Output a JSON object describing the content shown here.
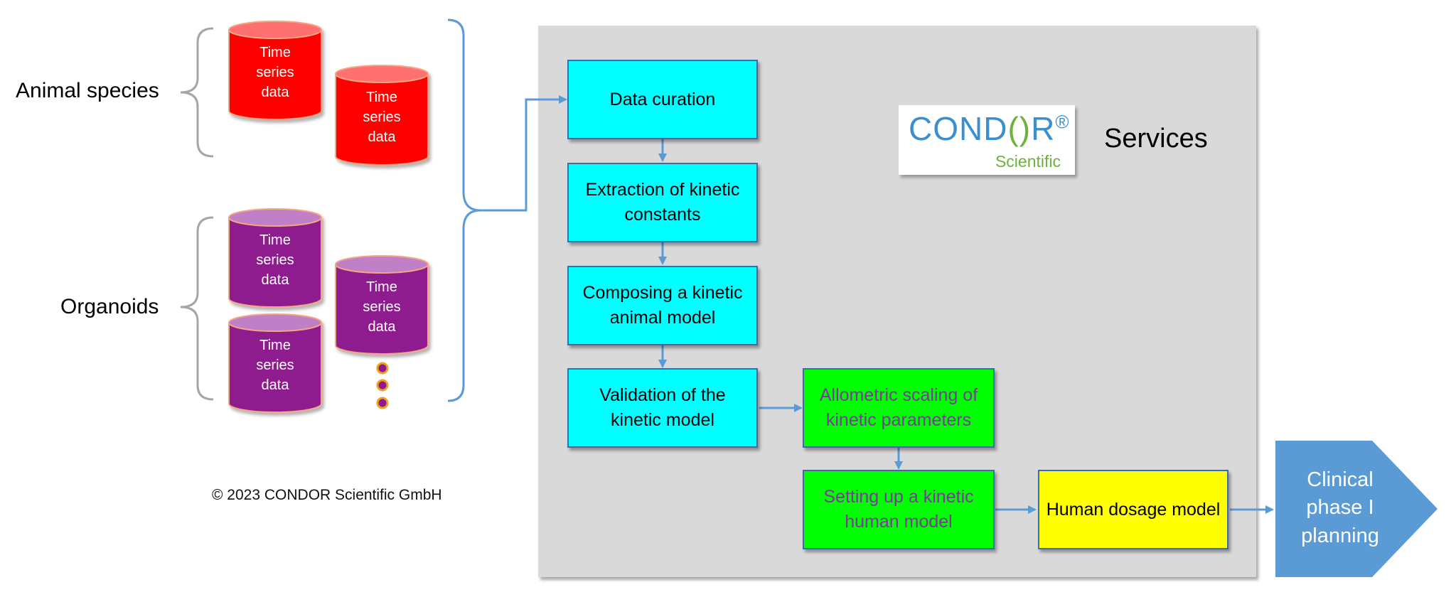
{
  "labels": {
    "animal_species": "Animal species",
    "organoids": "Organoids",
    "copyright": "© 2023 CONDOR Scientific GmbH",
    "services": "Services"
  },
  "cylinder_text": [
    "Time",
    "series",
    "data"
  ],
  "logo": {
    "text_left": "COND",
    "paren_left": "(",
    "paren_right": ")",
    "text_right": "R",
    "registered": "®",
    "subtitle": "Scientific"
  },
  "steps": {
    "data_curation": "Data curation",
    "extraction": "Extraction of kinetic constants",
    "composing": "Composing a kinetic animal model",
    "validation": "Validation of the kinetic model",
    "allometric": "Allometric scaling of kinetic parameters",
    "human_model": "Setting up a kinetic human model",
    "human_dosage": "Human dosage model",
    "clinical": "Clinical phase I planning"
  },
  "colors": {
    "animal_cylinder": "#ff0000",
    "organoid_cylinder": "#8e1a8e",
    "process_box": "#00ffff",
    "scaling_box": "#00ff00",
    "dosage_box": "#ffff00",
    "clinical_arrow": "#5b9bd5",
    "connector": "#5b9bd5",
    "panel": "#d9d9d9"
  }
}
